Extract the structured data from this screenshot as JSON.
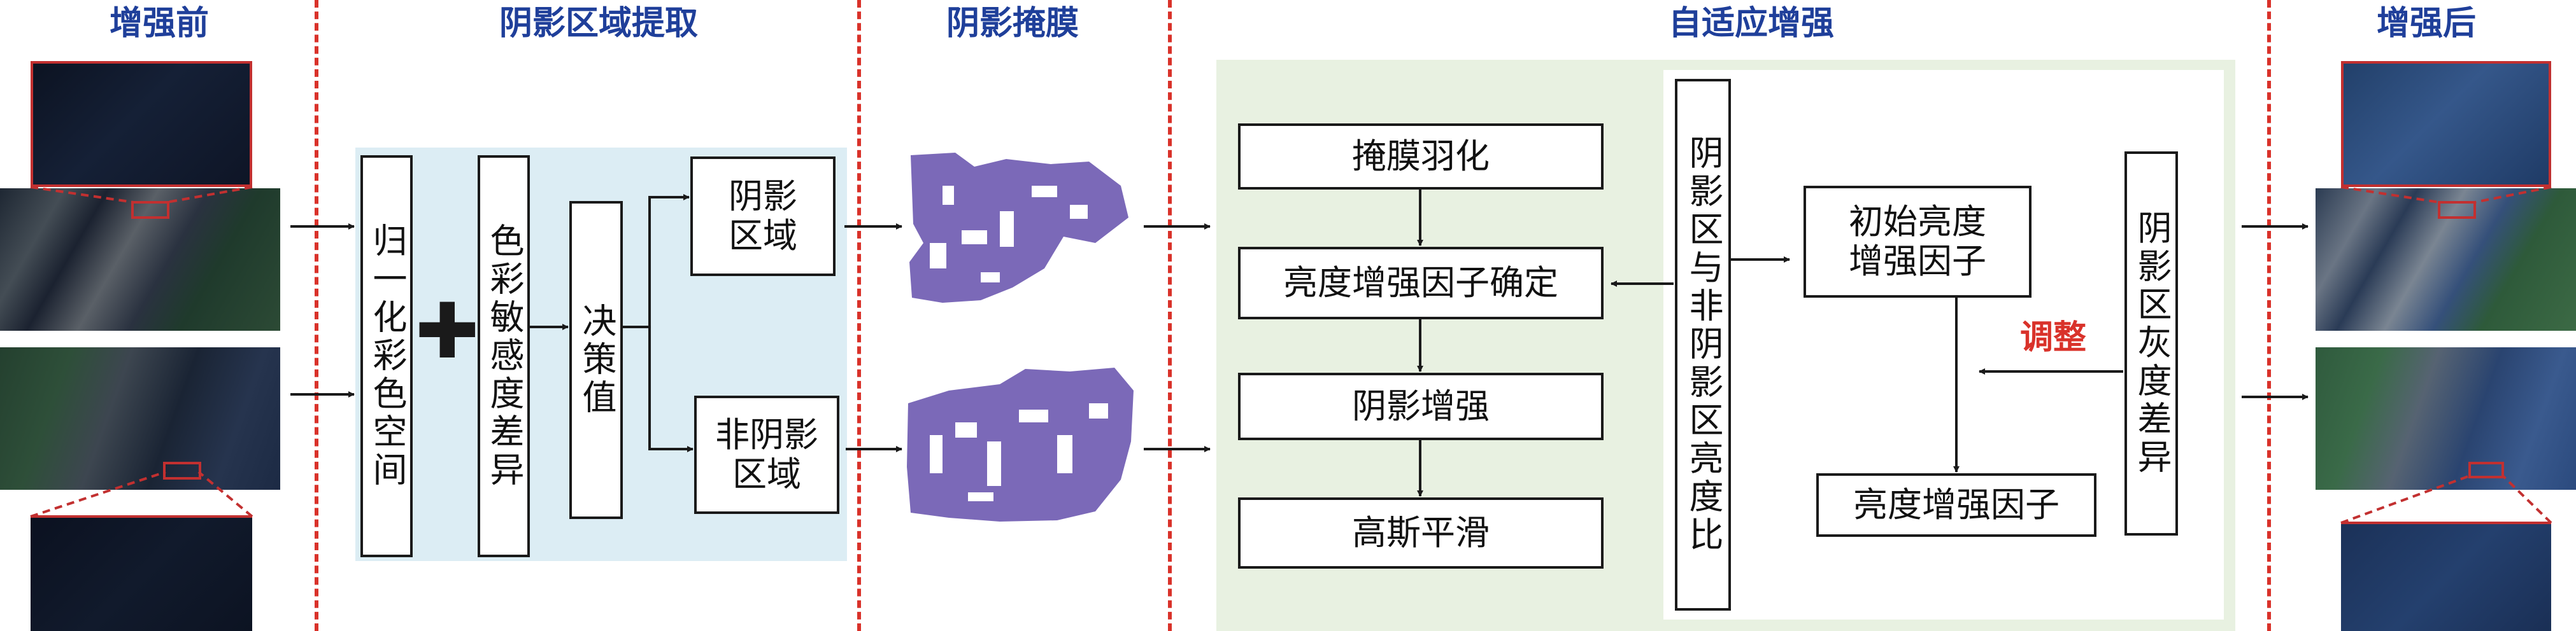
{
  "headers": {
    "before": "增强前",
    "extraction": "阴影区域提取",
    "mask": "阴影掩膜",
    "adaptive": "自适应增强",
    "after": "增强后"
  },
  "extraction": {
    "normalize_box": "归一化彩色空间",
    "plus": "✚",
    "color_box": "色彩敏感度差异",
    "decision_box": "决策值",
    "shadow_region": "阴影\n区域",
    "nonshadow_region": "非阴影\n区域"
  },
  "adaptive": {
    "feather": "掩膜羽化",
    "factor_determine": "亮度增强因子确定",
    "shadow_enhance": "阴影增强",
    "gauss_smooth": "高斯平滑",
    "ratio_box": "阴影区与非阴影区亮度比",
    "initial_factor": "初始亮度\n增强因子",
    "adjust": "调整",
    "final_factor": "亮度增强因子",
    "gray_diff": "阴影区灰度差异"
  },
  "colors": {
    "header": "#1f3f9a",
    "divider": "#d9322a",
    "extraction_panel": "#dcedf4",
    "adaptive_panel": "#e8f1e1",
    "mask_purple": "#7b69b8",
    "adjust_text": "#d9322a"
  }
}
